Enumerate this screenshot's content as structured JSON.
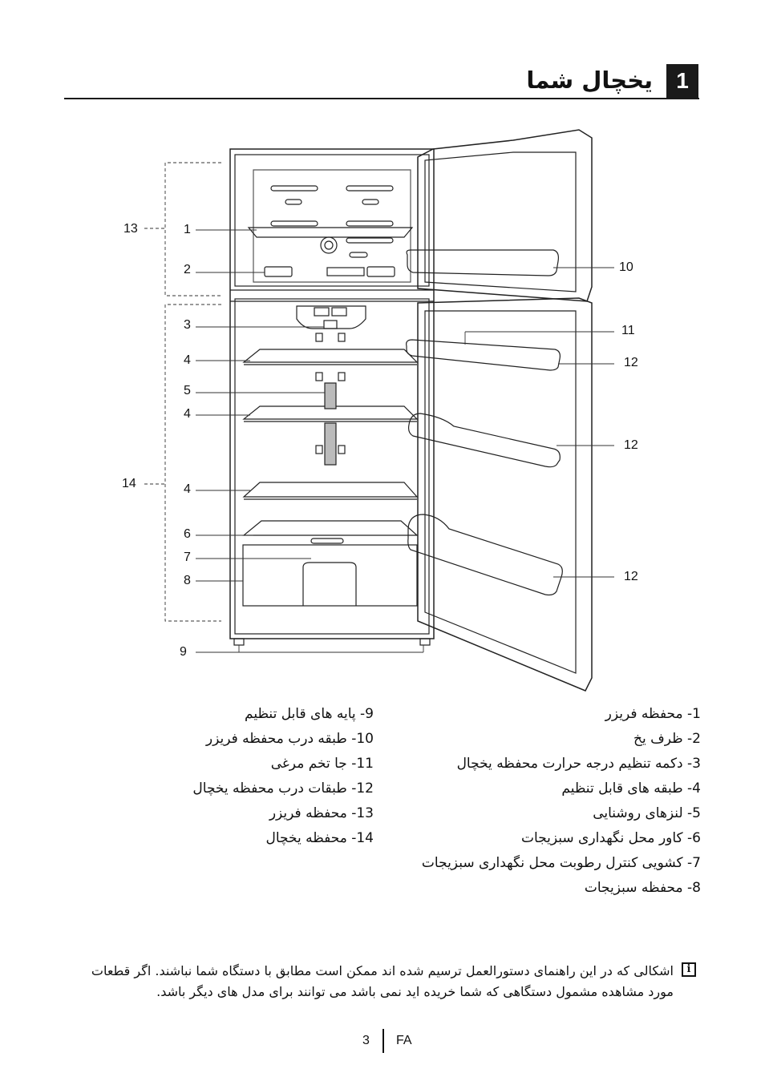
{
  "header": {
    "section_number": "1",
    "title": "یخچال شما"
  },
  "diagram": {
    "callouts": [
      "1",
      "2",
      "3",
      "4",
      "5",
      "4",
      "4",
      "6",
      "7",
      "8",
      "9",
      "10",
      "11",
      "12",
      "12",
      "12",
      "13",
      "14"
    ]
  },
  "legend": {
    "right_column": [
      "1- محفظه فریزر",
      "2- ظرف یخ",
      "3- دکمه تنظیم درجه حرارت محفظه یخچال",
      "4- طبقه های قابل تنظیم",
      "5- لنزهای روشنایی",
      "6- کاور محل نگهداری سبزیجات",
      "7- کشویی کنترل رطوبت محل نگهداری سبزیجات",
      "8- محفظه سبزیجات"
    ],
    "left_column": [
      "9- پایه های قابل تنظیم",
      "10- طبقه درب محفظه فریزر",
      "11- جا تخم مرغی",
      "12- طبقات درب محفظه یخچال",
      "13- محفظه فریزر",
      "14- محفظه یخچال"
    ]
  },
  "note": {
    "icon": "info-icon",
    "text": "اشکالی که در این راهنمای دستورالعمل ترسیم شده اند ممکن است مطابق با دستگاه شما نباشند. اگر قطعات مورد مشاهده مشمول دستگاهی که شما خریده اید نمی باشد می توانند برای مدل های دیگر باشد."
  },
  "footer": {
    "page_number": "3",
    "language": "FA"
  }
}
